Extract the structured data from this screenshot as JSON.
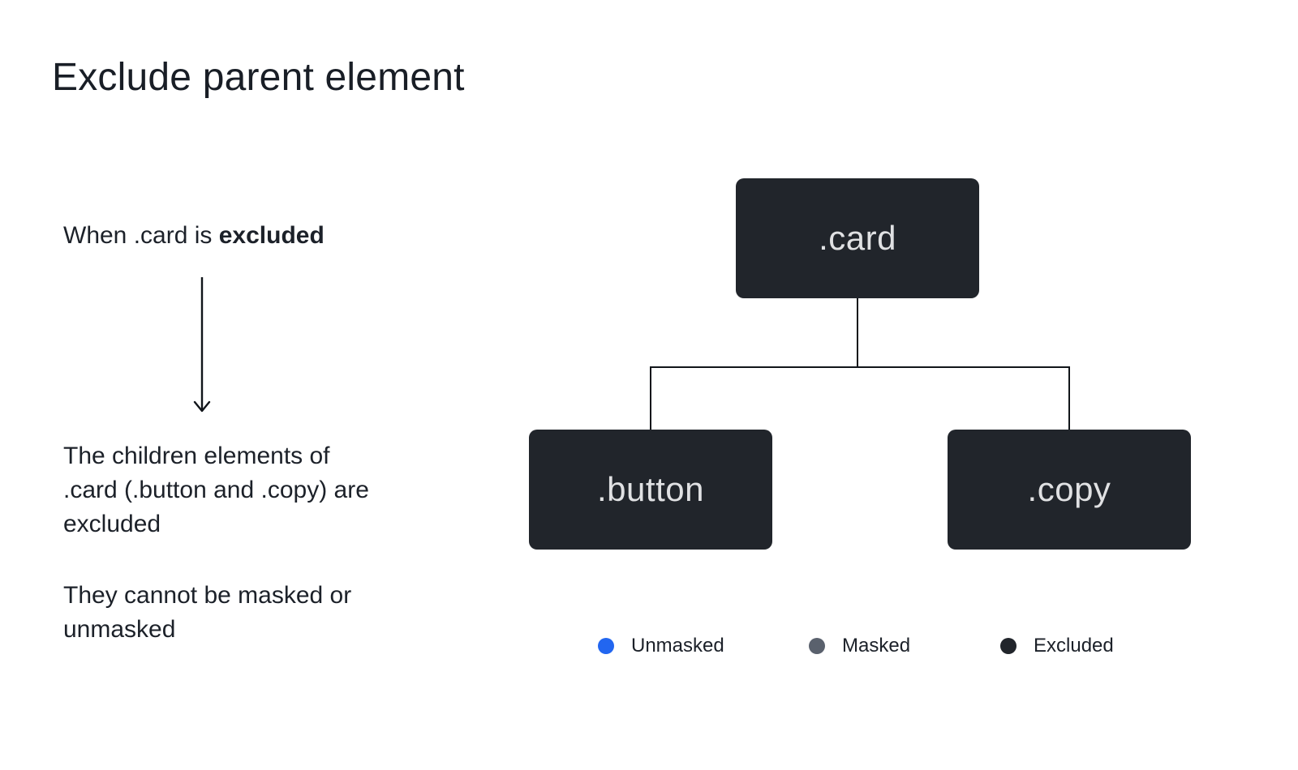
{
  "page": {
    "title": "Exclude parent element",
    "background_color": "#ffffff",
    "text_color": "#1c2129",
    "line_color": "#11151a"
  },
  "annotations": {
    "intro_prefix": "When .card is ",
    "intro_bold": "excluded",
    "arrow_icon": "down-arrow-icon",
    "paragraph_1": "The children elements of .card (.button and .copy) are excluded",
    "paragraph_2": "They cannot be masked or unmasked"
  },
  "tree": {
    "node_background": "#21252b",
    "node_text_color": "#e0e1e3",
    "root": {
      "label": ".card"
    },
    "children": [
      {
        "label": ".button"
      },
      {
        "label": ".copy"
      }
    ]
  },
  "legend": {
    "items": [
      {
        "label": "Unmasked",
        "color": "#2266f0"
      },
      {
        "label": "Masked",
        "color": "#5a616d"
      },
      {
        "label": "Excluded",
        "color": "#21252b"
      }
    ]
  }
}
